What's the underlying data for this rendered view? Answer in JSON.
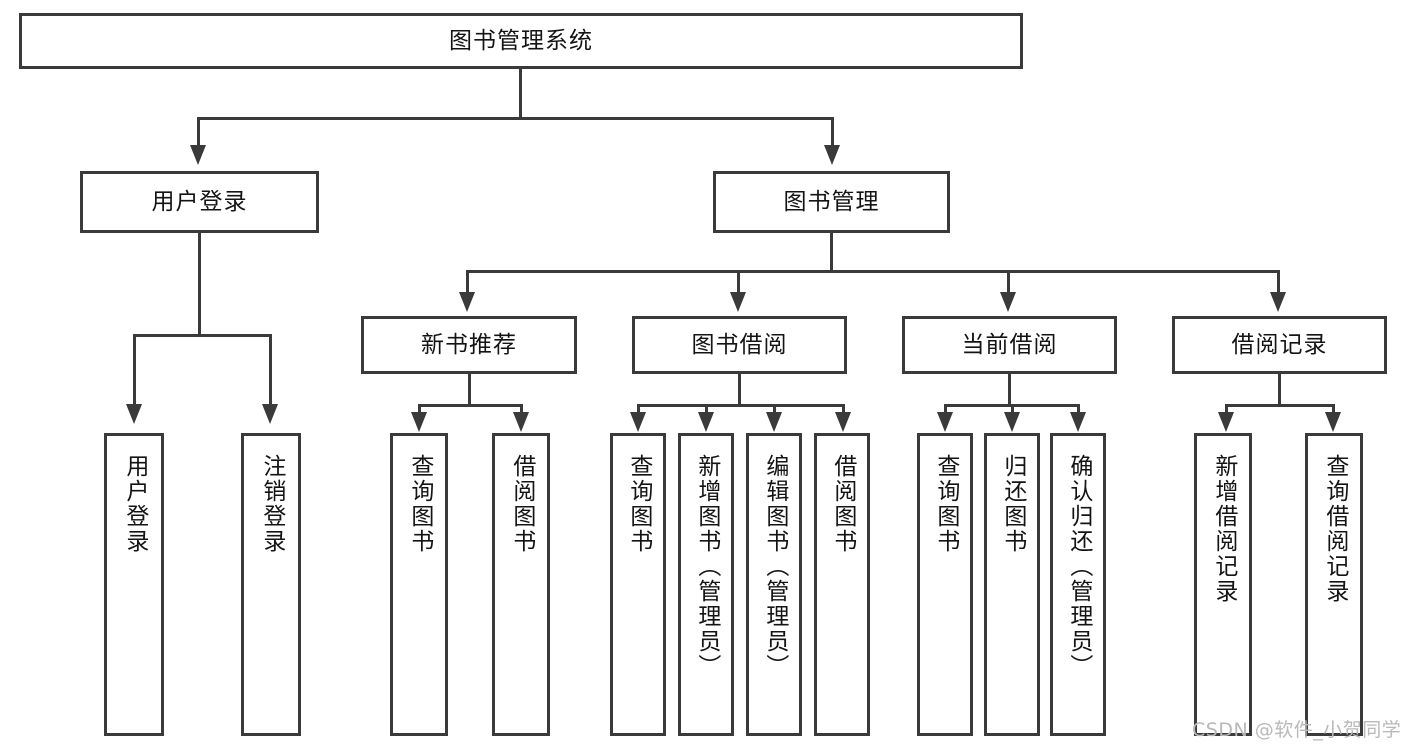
{
  "diagram": {
    "type": "tree-hierarchy-chart",
    "title": "图书管理系统",
    "root": {
      "label": "图书管理系统"
    },
    "level1": [
      {
        "label": "用户登录"
      },
      {
        "label": "图书管理"
      }
    ],
    "level2": [
      {
        "label": "新书推荐"
      },
      {
        "label": "图书借阅"
      },
      {
        "label": "当前借阅"
      },
      {
        "label": "借阅记录"
      }
    ],
    "leaves": {
      "user_login": [
        {
          "label": "用户登录"
        },
        {
          "label": "注销登录"
        }
      ],
      "new_book_recommend": [
        {
          "label": "查询图书"
        },
        {
          "label": "借阅图书"
        }
      ],
      "book_borrow": [
        {
          "label": "查询图书"
        },
        {
          "label": "新增图书（管理员）"
        },
        {
          "label": "编辑图书（管理员）"
        },
        {
          "label": "借阅图书"
        }
      ],
      "current_borrow": [
        {
          "label": "查询图书"
        },
        {
          "label": "归还图书"
        },
        {
          "label": "确认归还（管理员）"
        }
      ],
      "borrow_record": [
        {
          "label": "新增借阅记录"
        },
        {
          "label": "查询借阅记录"
        }
      ]
    }
  },
  "watermark": {
    "text": "CSDN @软件_小贺同学"
  },
  "colors": {
    "stroke": "#3a3a3a",
    "text": "#141414",
    "background": "#ffffff",
    "watermark": "#b9b9b9"
  }
}
